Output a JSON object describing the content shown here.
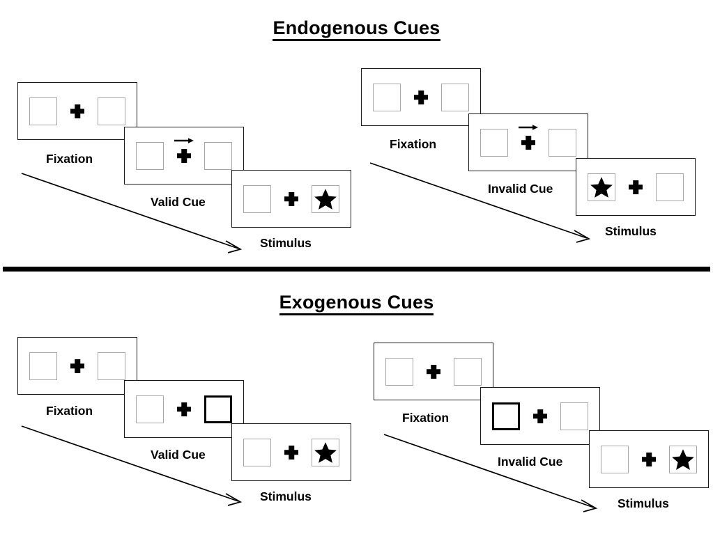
{
  "figure": {
    "type": "posner-cueing-paradigm-diagram",
    "background": "#ffffff",
    "box_border_color": "#a6a6a6",
    "cued_box_border_color": "#000000",
    "panel_border_color": "#1a1a1a"
  },
  "sections": [
    {
      "id": "endogenous",
      "title": "Endogenous Cues",
      "cue_type": "central symbolic arrow",
      "sequences": [
        {
          "id": "endogenous-valid",
          "steps": [
            {
              "caption": "Fixation",
              "left_box": "empty",
              "right_box": "empty",
              "cue": "none",
              "center": "fixation-plus"
            },
            {
              "caption": "Valid Cue",
              "left_box": "empty",
              "right_box": "empty",
              "cue": "arrow-right",
              "center": "fixation-plus"
            },
            {
              "caption": "Stimulus",
              "left_box": "empty",
              "right_box": "star",
              "cue": "none",
              "center": "fixation-plus"
            }
          ]
        },
        {
          "id": "endogenous-invalid",
          "steps": [
            {
              "caption": "Fixation",
              "left_box": "empty",
              "right_box": "empty",
              "cue": "none",
              "center": "fixation-plus"
            },
            {
              "caption": "Invalid Cue",
              "left_box": "empty",
              "right_box": "empty",
              "cue": "arrow-right",
              "center": "fixation-plus"
            },
            {
              "caption": "Stimulus",
              "left_box": "star",
              "right_box": "empty",
              "cue": "none",
              "center": "fixation-plus"
            }
          ]
        }
      ]
    },
    {
      "id": "exogenous",
      "title": "Exogenous Cues",
      "cue_type": "peripheral box highlight",
      "sequences": [
        {
          "id": "exogenous-valid",
          "steps": [
            {
              "caption": "Fixation",
              "left_box": "empty",
              "right_box": "empty",
              "cue": "none",
              "center": "fixation-plus"
            },
            {
              "caption": "Valid Cue",
              "left_box": "empty",
              "right_box": "highlighted",
              "cue": "right-box-flash",
              "center": "fixation-plus"
            },
            {
              "caption": "Stimulus",
              "left_box": "empty",
              "right_box": "star",
              "cue": "none",
              "center": "fixation-plus"
            }
          ]
        },
        {
          "id": "exogenous-invalid",
          "steps": [
            {
              "caption": "Fixation",
              "left_box": "empty",
              "right_box": "empty",
              "cue": "none",
              "center": "fixation-plus"
            },
            {
              "caption": "Invalid Cue",
              "left_box": "highlighted",
              "right_box": "empty",
              "cue": "left-box-flash",
              "center": "fixation-plus"
            },
            {
              "caption": "Stimulus",
              "left_box": "empty",
              "right_box": "star",
              "cue": "none",
              "center": "fixation-plus"
            }
          ]
        }
      ]
    }
  ],
  "time_arrows": [
    {
      "id": "endogenous-valid-time-arrow",
      "meaning": "time progression"
    },
    {
      "id": "endogenous-invalid-time-arrow",
      "meaning": "time progression"
    },
    {
      "id": "exogenous-valid-time-arrow",
      "meaning": "time progression"
    },
    {
      "id": "exogenous-invalid-time-arrow",
      "meaning": "time progression"
    }
  ]
}
